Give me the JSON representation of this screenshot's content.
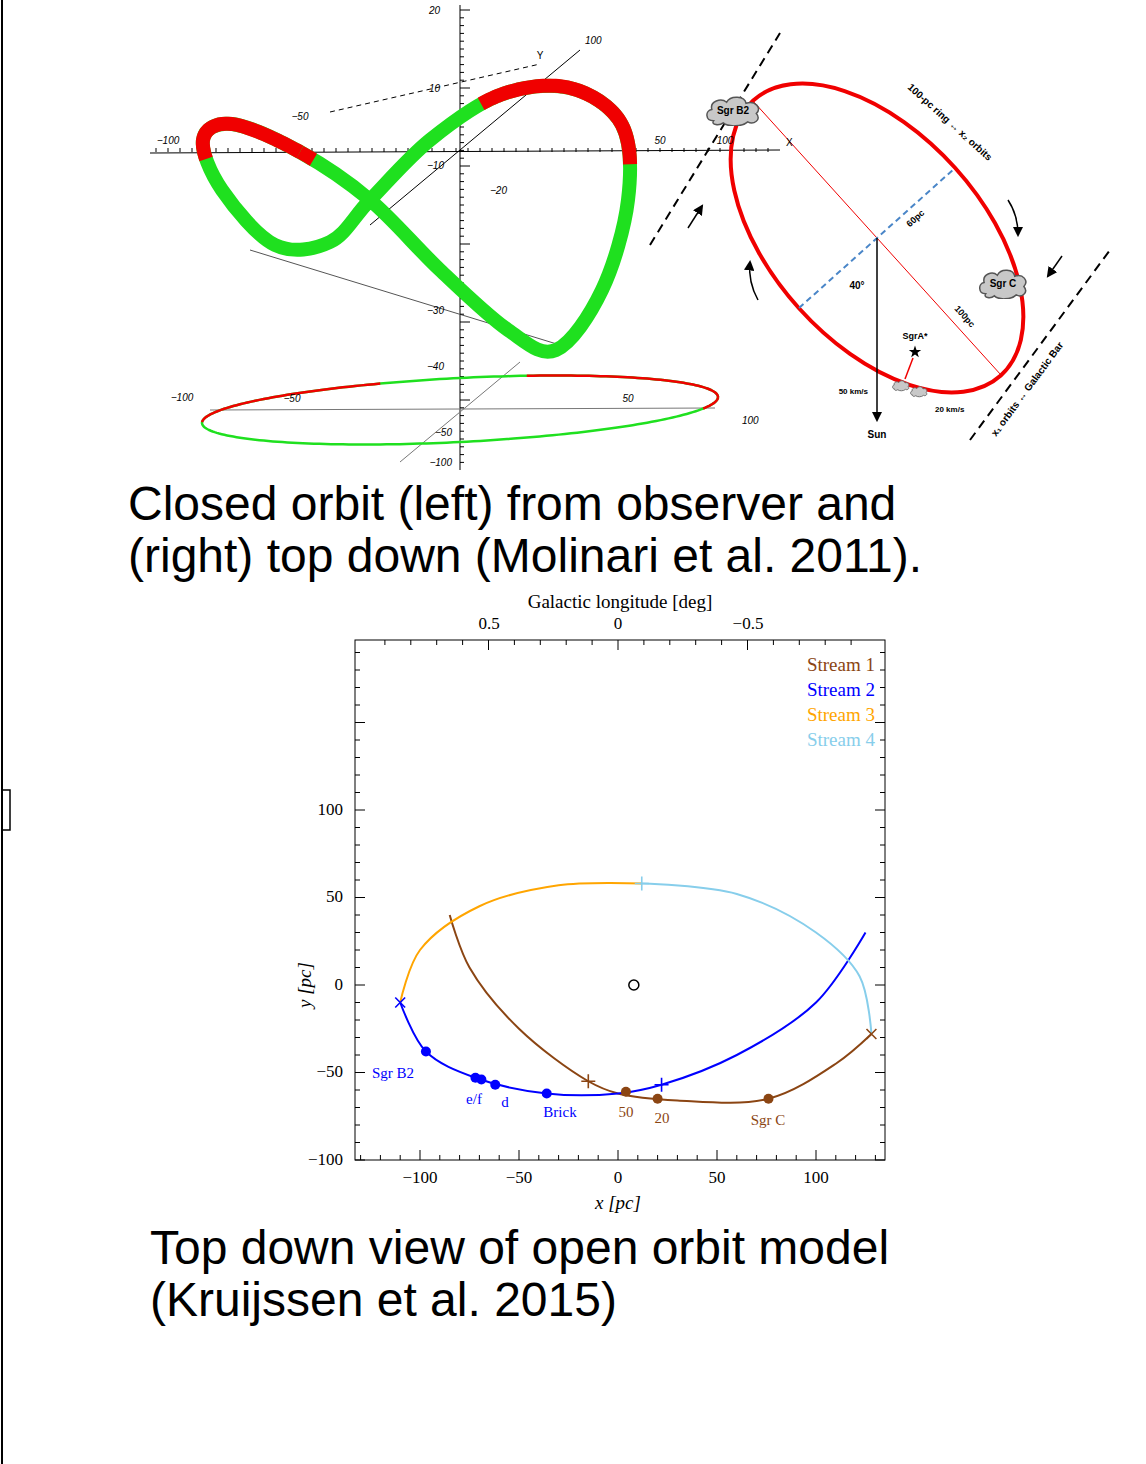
{
  "diagram": {
    "nodes": [
      {
        "text": [
          "Sgr B2"
        ]
      },
      {
        "text": [
          "Sgr C"
        ]
      }
    ],
    "labels": [
      "20",
      "10",
      "−10",
      "−20",
      "−30",
      "−40",
      "X",
      "Y",
      "100",
      "−100",
      "−50",
      "50",
      "100",
      "−100",
      "−50",
      "50",
      "100",
      "−50",
      "−100",
      "100-pc ring ↔ x₂ orbits",
      "60pc",
      "40°",
      "SgrA*",
      "100pc",
      "50 km/s",
      "20 km/s",
      "Sun",
      "x₁ orbits ↔ Galactic Bar",
      "Closed orbit (left) from observer and (right) top down (Molinari et al. 2011).",
      "Galactic longitude [deg]",
      "0.5",
      "0",
      "−0.5",
      "100",
      "50",
      "0",
      "−50",
      "−100",
      "y [pc]",
      "−100",
      "−50",
      "0",
      "50",
      "100",
      "x [pc]",
      "Sgr B2",
      "e/f",
      "d",
      "Brick",
      "50",
      "20",
      "Sgr C",
      "Top down view of open orbit model (Kruijssen et al. 2015)"
    ],
    "legend": [
      {
        "text": "Stream 1",
        "color": "#8b4513"
      },
      {
        "text": "Stream 2",
        "color": "#0000ff"
      },
      {
        "text": "Stream 3",
        "color": "#ffa500"
      },
      {
        "text": "Stream 4",
        "color": "#87ceeb"
      }
    ]
  }
}
